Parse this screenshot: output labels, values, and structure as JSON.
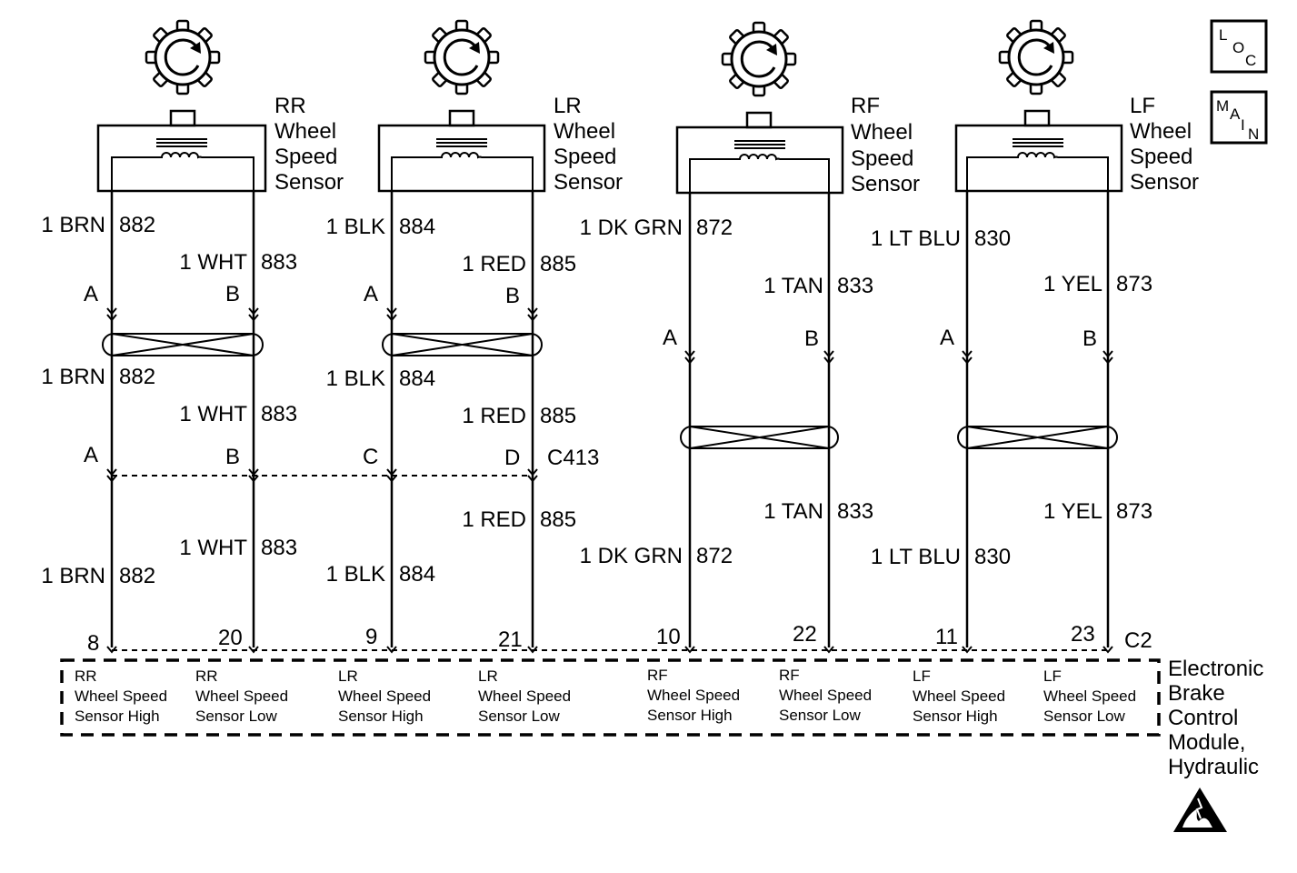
{
  "sensors": [
    {
      "name_lines": [
        "RR",
        "Wheel",
        "Speed",
        "Sensor"
      ]
    },
    {
      "name_lines": [
        "LR",
        "Wheel",
        "Speed",
        "Sensor"
      ]
    },
    {
      "name_lines": [
        "RF",
        "Wheel",
        "Speed",
        "Sensor"
      ]
    },
    {
      "name_lines": [
        "LF",
        "Wheel",
        "Speed",
        "Sensor"
      ]
    }
  ],
  "wires": {
    "rr_high": {
      "label": "1 BRN",
      "circuit": "882",
      "upper_pin": "A",
      "c413_pin": "A",
      "module_pin": "8"
    },
    "rr_low": {
      "label": "1 WHT",
      "circuit": "883",
      "upper_pin": "B",
      "c413_pin": "B",
      "module_pin": "20"
    },
    "lr_high": {
      "label": "1 BLK",
      "circuit": "884",
      "upper_pin": "A",
      "c413_pin": "C",
      "module_pin": "9"
    },
    "lr_low": {
      "label": "1 RED",
      "circuit": "885",
      "upper_pin": "B",
      "c413_pin": "D",
      "module_pin": "21"
    },
    "rf_high": {
      "label": "1  DK GRN",
      "circuit": "872",
      "upper_pin": "A",
      "module_pin": "10"
    },
    "rf_low": {
      "label": "1 TAN",
      "circuit": "833",
      "upper_pin": "B",
      "module_pin": "22"
    },
    "lf_high": {
      "label": "1 LT BLU",
      "circuit": "830",
      "upper_pin": "A",
      "module_pin": "11"
    },
    "lf_low": {
      "label": "1 YEL",
      "circuit": "873",
      "upper_pin": "B",
      "module_pin": "23"
    }
  },
  "connectors": {
    "c413": "C413",
    "c2": "C2"
  },
  "module": {
    "name_lines": [
      "Electronic",
      "Brake",
      "Control",
      "Module,",
      "Hydraulic"
    ],
    "pins": [
      {
        "lines": [
          "RR",
          "Wheel Speed",
          "Sensor High"
        ]
      },
      {
        "lines": [
          "RR",
          "Wheel Speed",
          "Sensor Low"
        ]
      },
      {
        "lines": [
          "LR",
          "Wheel Speed",
          "Sensor High"
        ]
      },
      {
        "lines": [
          "LR",
          "Wheel Speed",
          "Sensor Low"
        ]
      },
      {
        "lines": [
          "RF",
          "Wheel Speed",
          "Sensor High"
        ]
      },
      {
        "lines": [
          "RF",
          "Wheel Speed",
          "Sensor Low"
        ]
      },
      {
        "lines": [
          "LF",
          "Wheel Speed",
          "Sensor High"
        ]
      },
      {
        "lines": [
          "LF",
          "Wheel Speed",
          "Sensor Low"
        ]
      }
    ]
  },
  "nav_buttons": {
    "loc": [
      "L",
      "O",
      "C"
    ],
    "main": [
      "M",
      "A",
      "I",
      "N"
    ]
  },
  "icons": {
    "tone_ring": "tone-ring-icon",
    "coil": "inductor-coil-icon",
    "twisted_pair": "twisted-pair-icon",
    "esd": "esd-warning-icon"
  }
}
